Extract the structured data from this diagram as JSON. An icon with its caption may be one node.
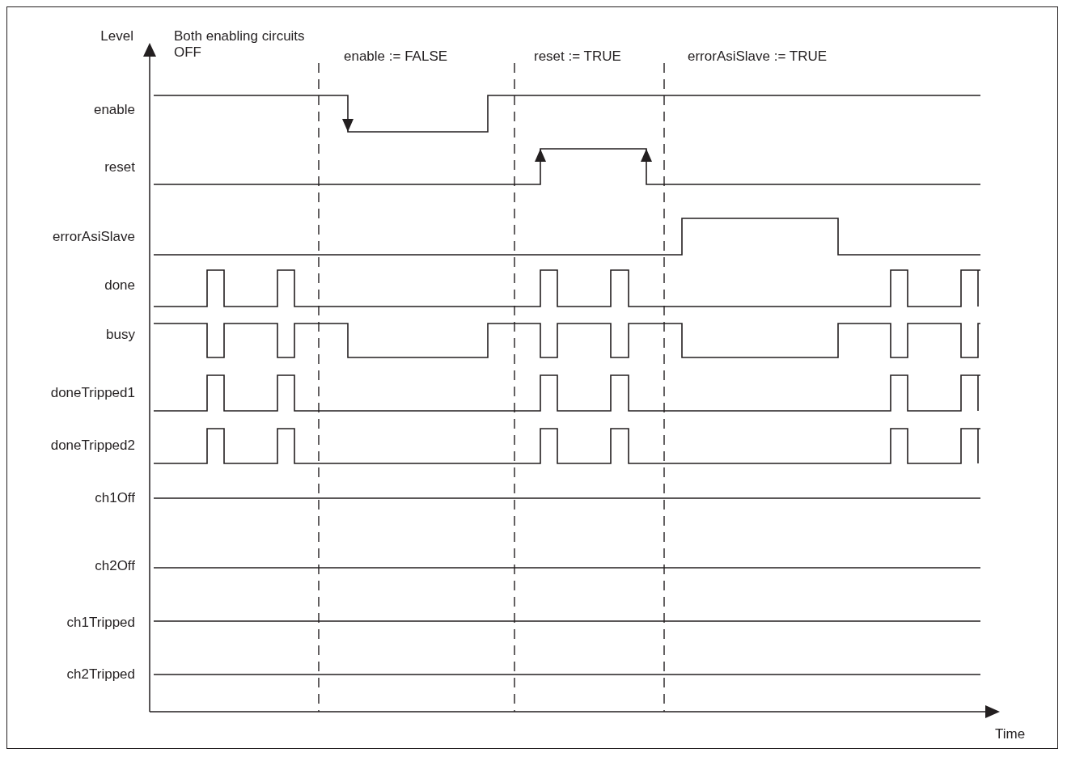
{
  "diagram": {
    "labels": [
      "Level",
      "Both enabling circuits OFF",
      "enable := FALSE",
      "reset := TRUE",
      "errorAsiSlave := TRUE",
      "enable",
      "reset",
      "errorAsiSlave",
      "done",
      "busy",
      "doneTripped1",
      "doneTripped2",
      "ch1Off",
      "ch2Off",
      "ch1Tripped",
      "ch2Tripped",
      "Time"
    ]
  }
}
